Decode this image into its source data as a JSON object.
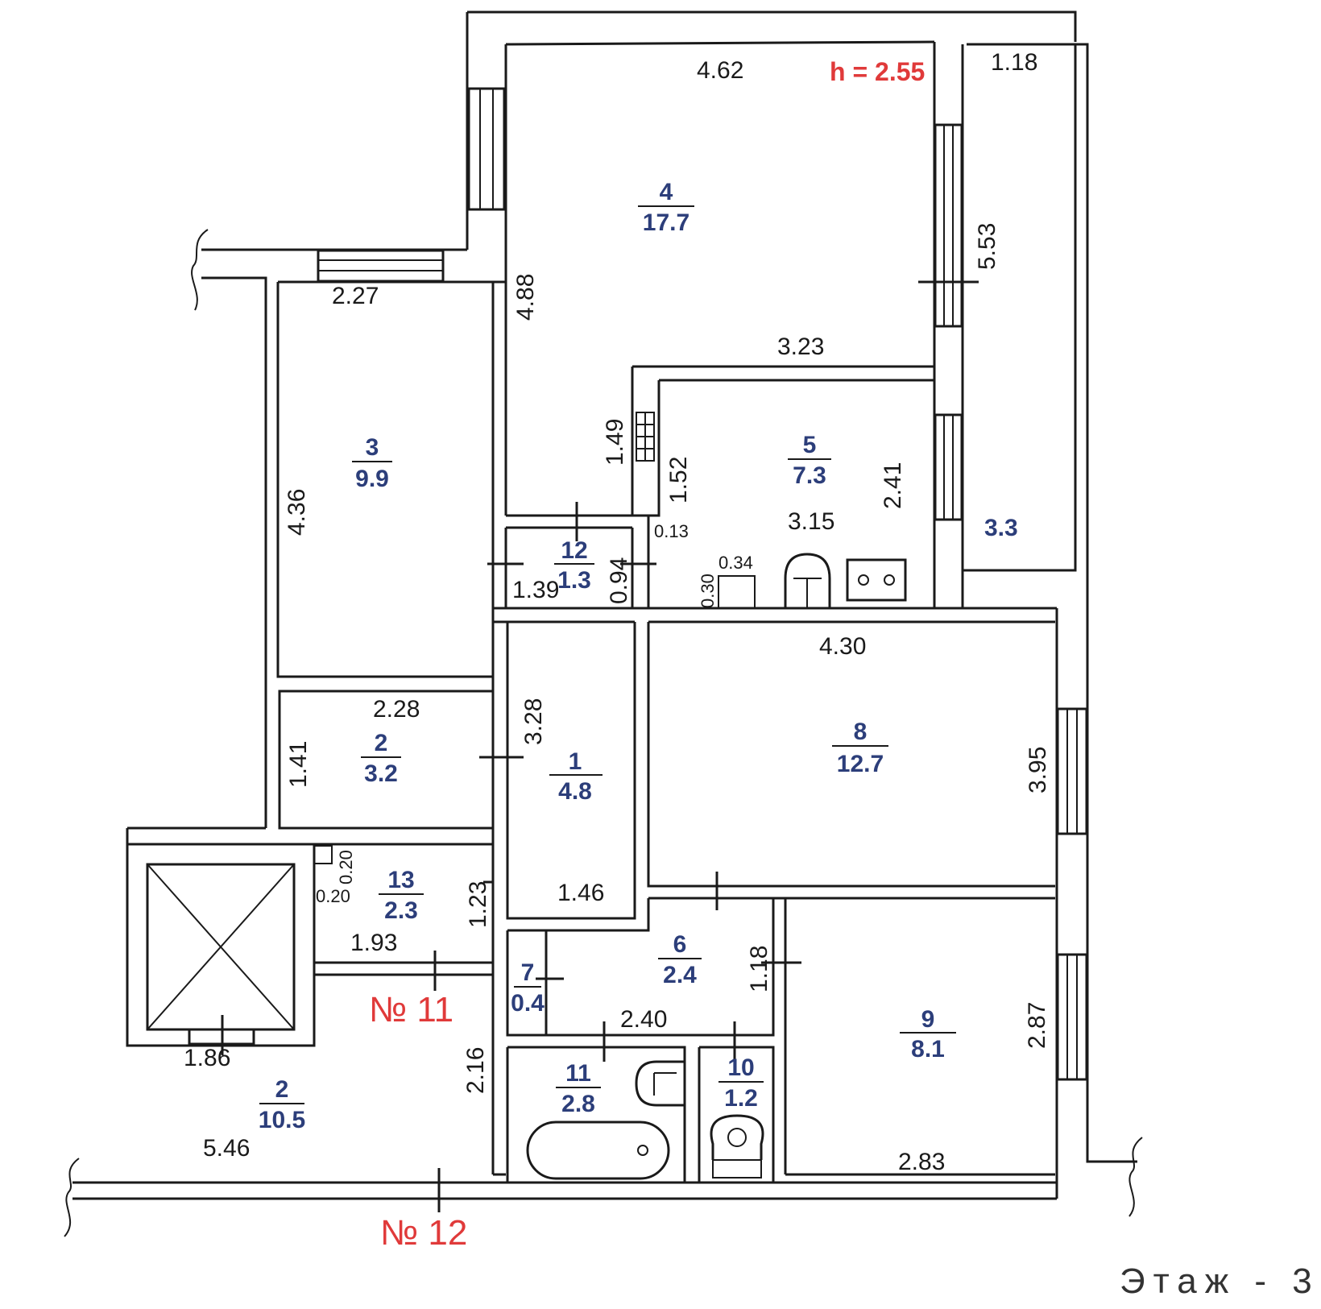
{
  "height_label": "h = 2.55",
  "floor_label": "Этаж - 3",
  "apartments": {
    "no11": "№ 11",
    "no12": "№ 12"
  },
  "rooms": {
    "r4": {
      "num": "4",
      "area": "17.7"
    },
    "r3": {
      "num": "3",
      "area": "9.9"
    },
    "r5": {
      "num": "5",
      "area": "7.3"
    },
    "r12": {
      "num": "12",
      "area": "1.3"
    },
    "r2a": {
      "num": "2",
      "area": "3.2"
    },
    "r1": {
      "num": "1",
      "area": "4.8"
    },
    "r8": {
      "num": "8",
      "area": "12.7"
    },
    "r13": {
      "num": "13",
      "area": "2.3"
    },
    "r6": {
      "num": "6",
      "area": "2.4"
    },
    "r7": {
      "num": "7",
      "area": "0.4"
    },
    "r9": {
      "num": "9",
      "area": "8.1"
    },
    "r11": {
      "num": "11",
      "area": "2.8"
    },
    "r10": {
      "num": "10",
      "area": "1.2"
    },
    "r2b": {
      "num": "2",
      "area": "10.5"
    },
    "balcony_area": "3.3"
  },
  "dims": {
    "d462": "4.62",
    "d118a": "1.18",
    "d553": "5.53",
    "d227": "2.27",
    "d488": "4.88",
    "d323": "3.23",
    "d436": "4.36",
    "d149": "1.49",
    "d152": "1.52",
    "d241": "2.41",
    "d315": "3.15",
    "d013": "0.13",
    "d034": "0.34",
    "d030": "0.30",
    "d139": "1.39",
    "d094": "0.94",
    "d430": "4.30",
    "d228": "2.28",
    "d328": "3.28",
    "d141": "1.41",
    "d395": "3.95",
    "d020a": "0.20",
    "d020b": "0.20",
    "d123": "1.23",
    "d146": "1.46",
    "d193": "1.93",
    "d118b": "1.18",
    "d240": "2.40",
    "d186": "1.86",
    "d216": "2.16",
    "d287": "2.87",
    "d546": "5.46",
    "d283": "2.83"
  }
}
